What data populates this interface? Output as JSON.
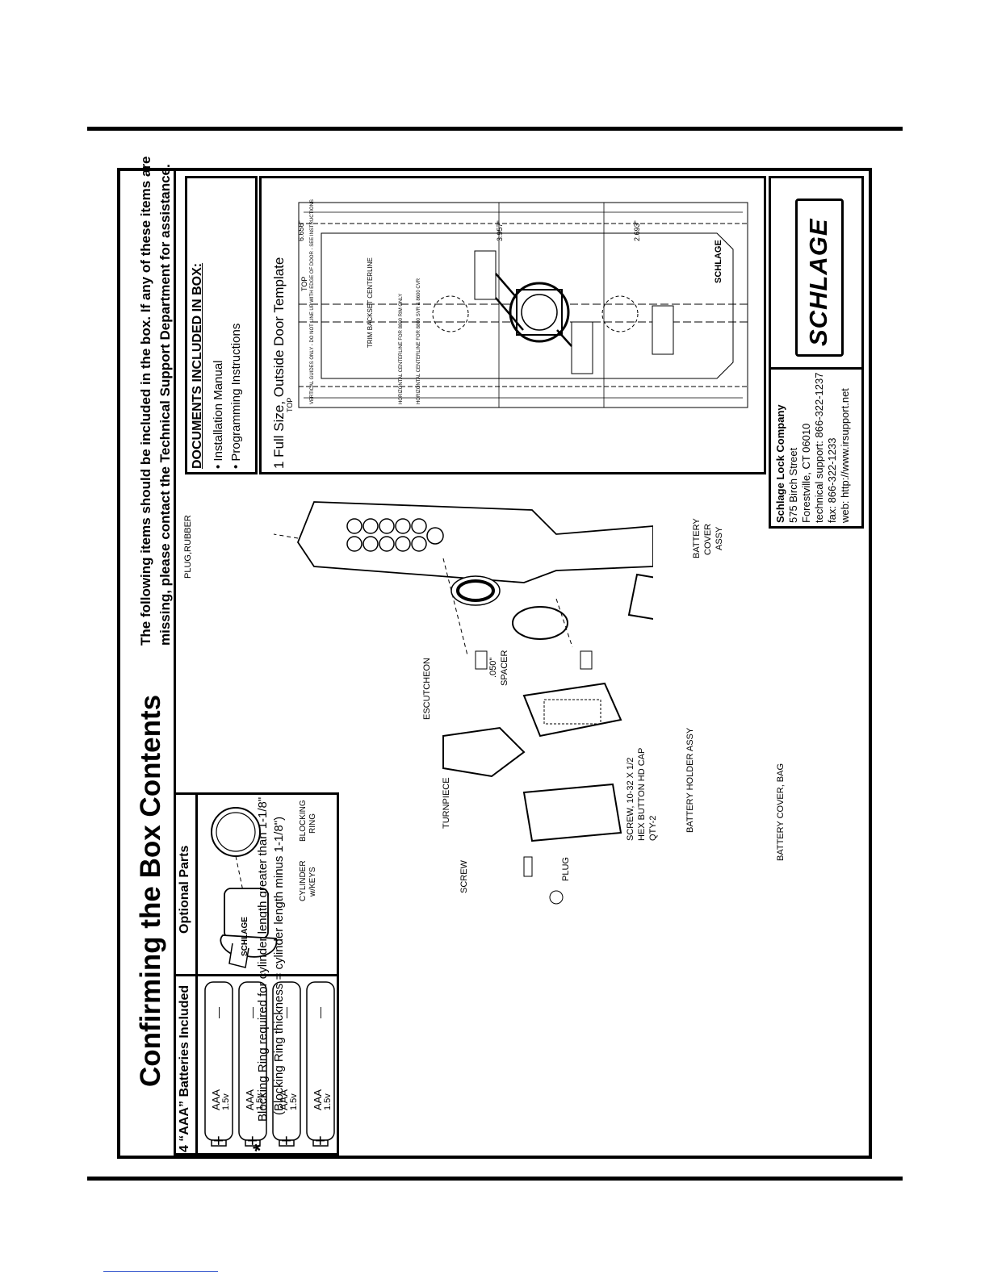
{
  "page": {
    "title": "Confirming the Box Contents",
    "notice_line1": "The following items should be included in the box. If any of these items are",
    "notice_line2": "missing, please contact the Technical Support Department for assistance.",
    "batteries": {
      "heading": "4 “AAA” Batteries Included",
      "battery_type": "AAA",
      "battery_voltage": "1.5v",
      "plus": "+",
      "minus": "—",
      "count": 4
    },
    "optional_parts": {
      "heading": "Optional Parts",
      "cylinder_label1": "CYLINDER",
      "cylinder_label2": "w/KEYS",
      "cylinder_brand": "SCHLAGE",
      "blocking_label1": "BLOCKING",
      "blocking_label2": "RING"
    },
    "parts": {
      "plug_rubber": "PLUG,RUBBER",
      "escutcheon": "ESCUTCHEON",
      "spacer1": ".050\"",
      "spacer2": "SPACER",
      "turnpiece": "TURNPIECE",
      "screw": "SCREW",
      "plug": "PLUG",
      "screw_spec1": "SCREW, 10-32 X 1/2",
      "screw_spec2": "HEX BUTTON HD CAP",
      "screw_spec3": "QTY-2",
      "battery_holder": "BATTERY HOLDER ASSY",
      "battery_cover_bag": "BATTERY COVER, BAG",
      "battery_cover1": "BATTERY",
      "battery_cover2": "COVER",
      "battery_cover3": "ASSY"
    },
    "documents": {
      "heading": "DOCUMENTS INCLUDED IN BOX:",
      "items": [
        "• Installation Manual",
        "• Programming Instructions"
      ]
    },
    "template": {
      "caption": "1 Full Size, Outside Door Template",
      "guide_text": "VERTICAL GUIDES ONLY - DO NOT LINE UP WITH EDGE OF DOOR - SEE INSTRUCTIONS",
      "h_center1": "HORIZONTAL CENTERLINE FOR 8800 RIM ONLY",
      "h_center2": "HORIZONTAL CENTERLINE FOR 8800 SVR & 8600 CVR",
      "trim_text": "TRIM BACKSET CENTERLINE",
      "dim1": "6.656\"",
      "dim2": "3.957\"",
      "dim3": "2.693\"",
      "top1": "TOP",
      "top2": "TOP",
      "brand": "SCHLAGE"
    },
    "company": {
      "name": "Schlage Lock Company",
      "address": "575 Birch Street",
      "city": "Forestville, CT 06010",
      "support": "technical support: 866-322-1237",
      "fax": "fax: 866-322-1233",
      "web": "web: http://www.irsupport.net"
    },
    "logo_text": "SCHLAGE",
    "footnote": {
      "star": "*",
      "line1": "Blocking Ring required for cylinder length greater than 1-1/8\"",
      "line2": "(Blocking Ring thickness = cylinder length minus 1-1/8\")"
    }
  }
}
